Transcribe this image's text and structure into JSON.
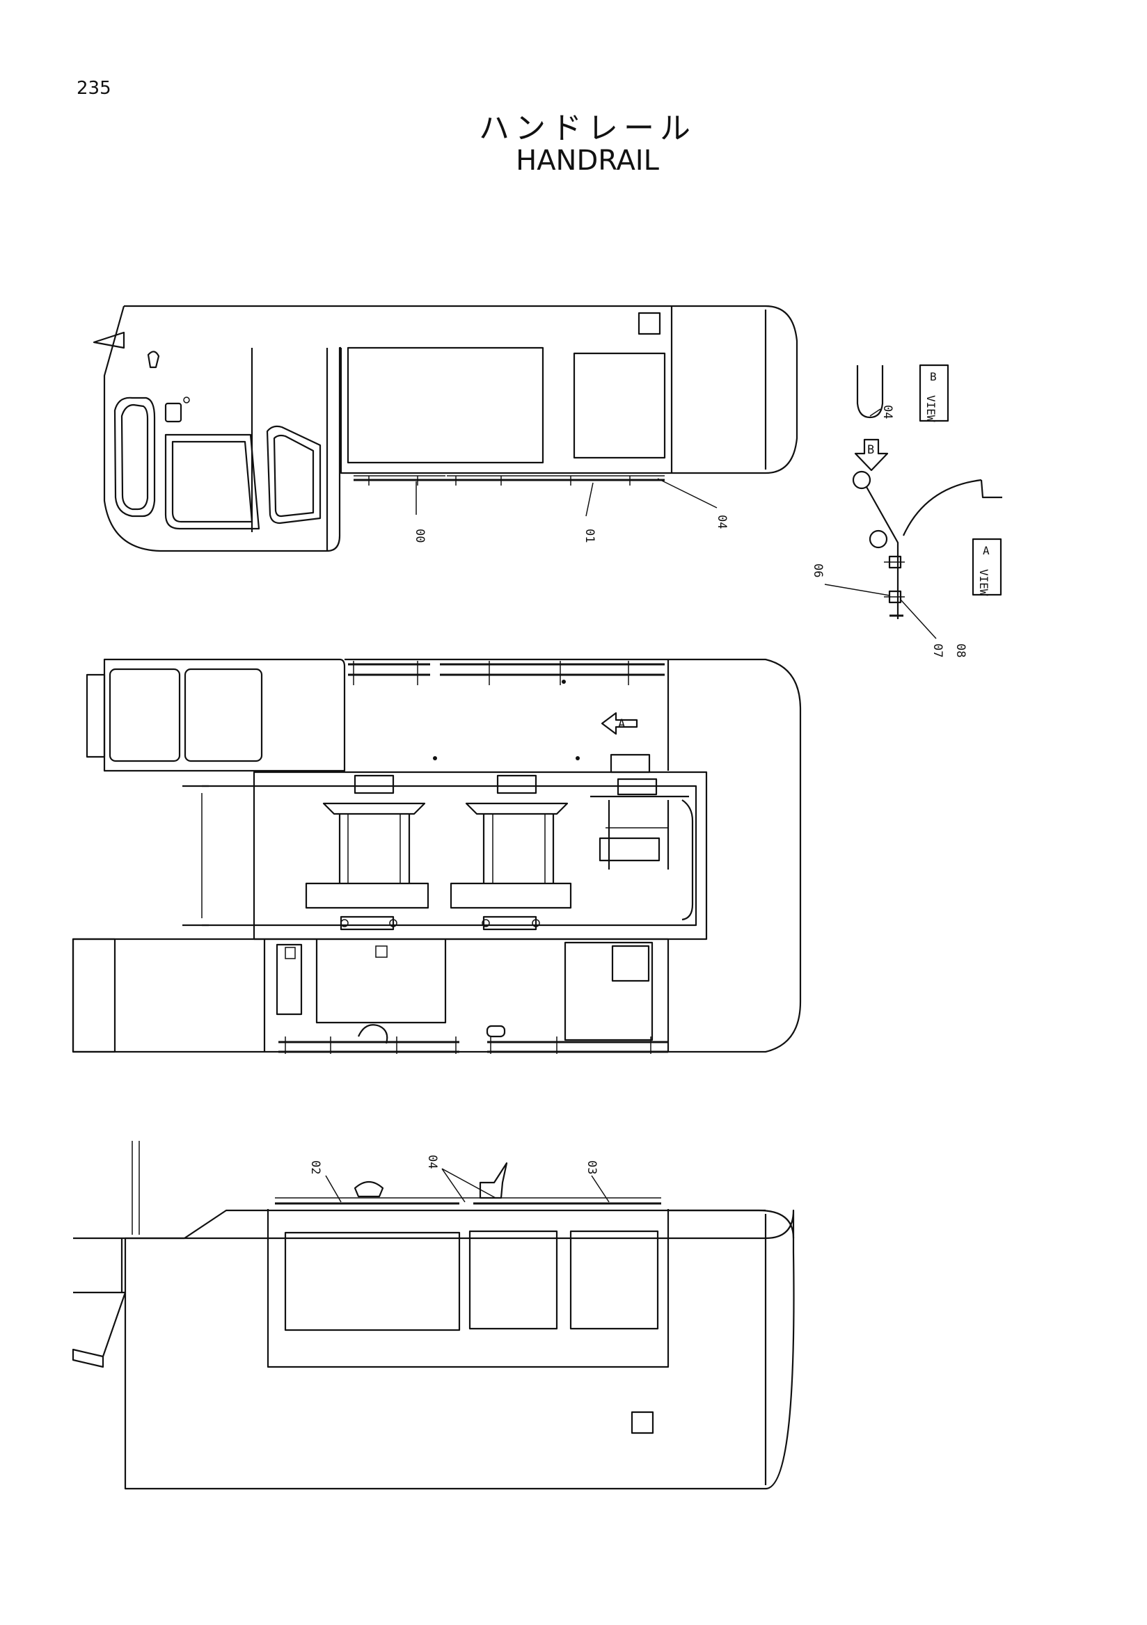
{
  "page": {
    "number": "235"
  },
  "title": {
    "japanese": "ハンドレール",
    "english": "HANDRAIL"
  },
  "side_view_upper": {
    "callouts": [
      "00",
      "01",
      "04"
    ]
  },
  "detail": {
    "view_b_label": "B",
    "view_a_label": "A",
    "callouts": [
      "04",
      "06",
      "07",
      "08"
    ],
    "arrow_label": "B"
  },
  "top_view": {
    "arrow_label": "A"
  },
  "side_view_lower": {
    "callouts": [
      "02",
      "04",
      "03"
    ]
  }
}
